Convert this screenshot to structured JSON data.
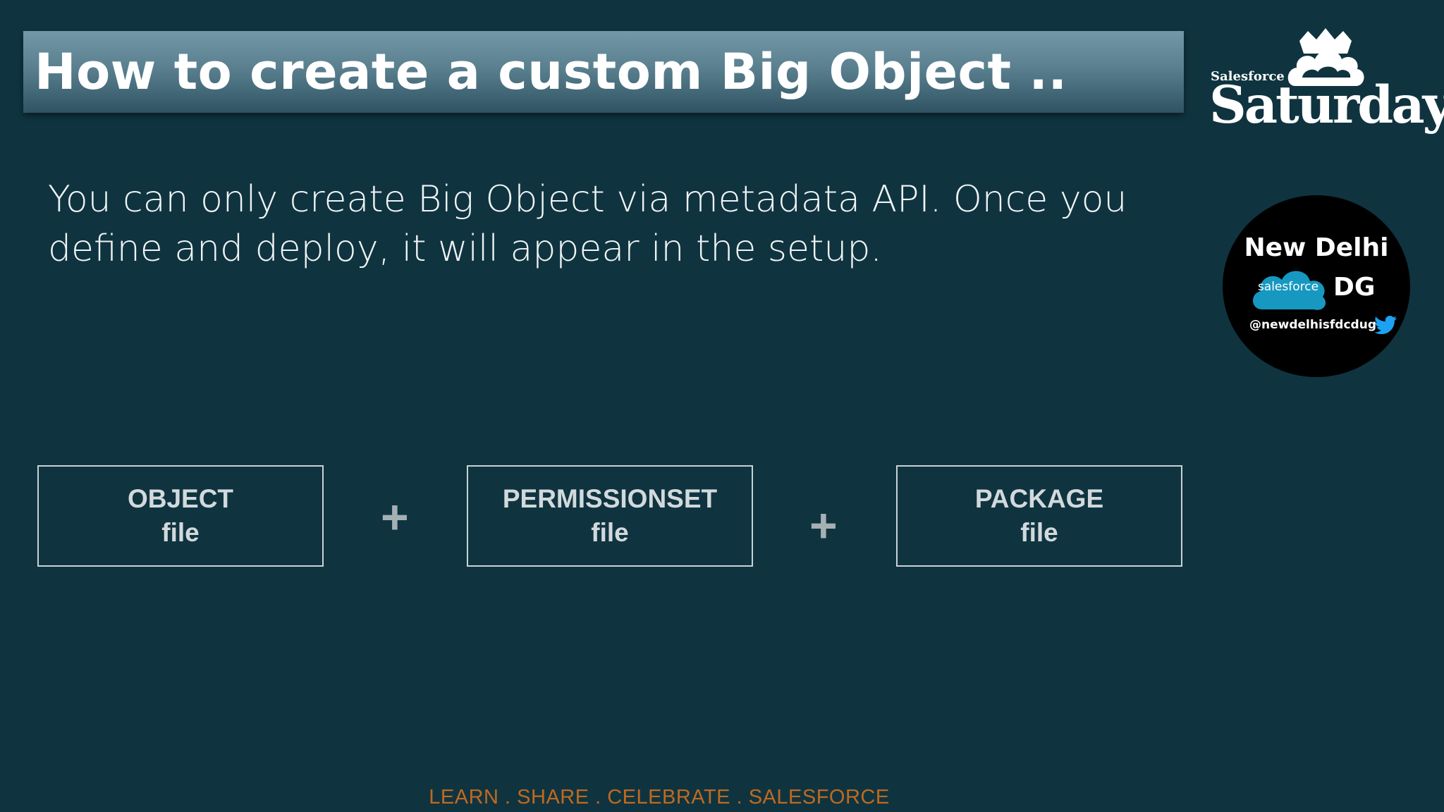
{
  "slide": {
    "title": "How to create a custom Big Object ..",
    "body": "You can only create Big Object via metadata API.  Once you define and deploy, it will appear in the setup.",
    "boxes": [
      {
        "line1": "OBJECT",
        "line2": "file"
      },
      {
        "line1": "PERMISSIONSET",
        "line2": "file"
      },
      {
        "line1": "PACKAGE",
        "line2": "file"
      }
    ],
    "plus_symbol": "+",
    "footer": "LEARN . SHARE . CELEBRATE . SALESFORCE"
  },
  "brand": {
    "small": "Salesforce",
    "big": "Saturday"
  },
  "badge": {
    "city": "New Delhi",
    "cloud_label": "salesforce",
    "dg": "DG",
    "handle": "@newdelhisfdcdug"
  },
  "colors": {
    "background": "#0f3440",
    "footer": "#c0691e",
    "salesforce_blue": "#1798c1",
    "twitter_blue": "#1da1f2"
  }
}
